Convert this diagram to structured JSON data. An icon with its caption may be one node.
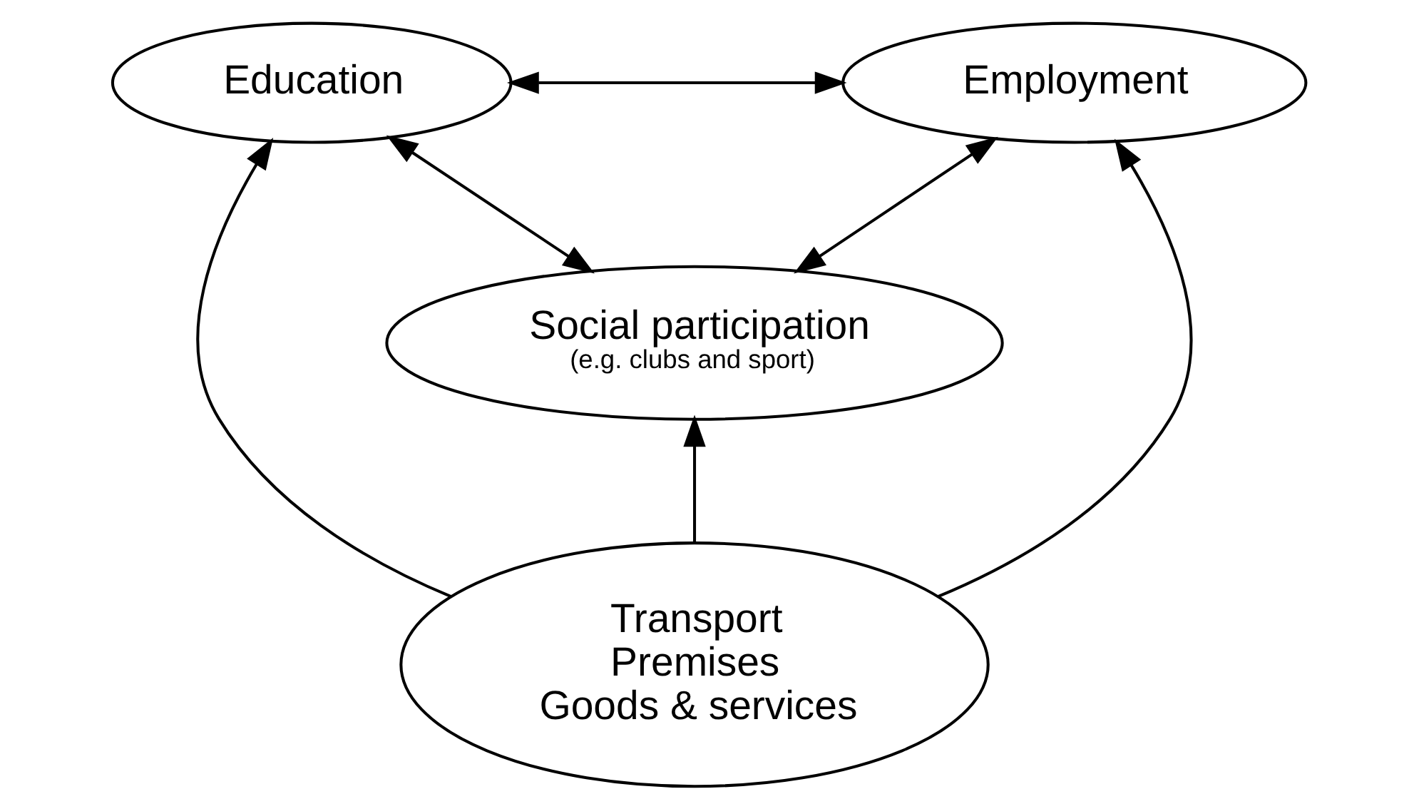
{
  "diagram": {
    "nodes": [
      {
        "text": [
          "Social participation",
          "(e.g. clubs and sport)"
        ]
      },
      {
        "text": [
          "Education"
        ]
      },
      {
        "text": [
          "Employment"
        ]
      },
      {
        "text": [
          "Transport",
          "Premises",
          "Goods & services"
        ]
      }
    ],
    "edges": [
      {
        "from": 1,
        "to": 0,
        "arrow": "both"
      },
      {
        "from": 0,
        "to": 2,
        "arrow": "both"
      },
      {
        "from": 1,
        "to": 2,
        "arrow": "both"
      },
      {
        "from": 3,
        "to": 1,
        "arrow": "to"
      },
      {
        "from": 3,
        "to": 0,
        "arrow": "to"
      },
      {
        "from": 3,
        "to": 2,
        "arrow": "to"
      }
    ]
  }
}
